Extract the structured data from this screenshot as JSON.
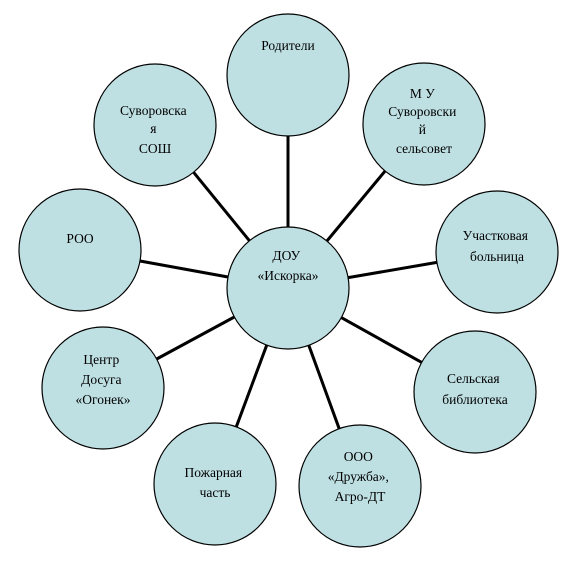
{
  "center": {
    "id": "dou",
    "lines": [
      "ДОУ",
      "«Искорка»"
    ]
  },
  "nodes": [
    {
      "id": "roditeli",
      "lines": [
        "Родители"
      ]
    },
    {
      "id": "mu-suvorovsky",
      "lines": [
        "М У",
        "Суворовски",
        "й",
        "сельсовет"
      ]
    },
    {
      "id": "bolnitsa",
      "lines": [
        "Участковая",
        "больница"
      ]
    },
    {
      "id": "biblioteka",
      "lines": [
        "Сельская",
        "библиотека"
      ]
    },
    {
      "id": "ooo-druzhba",
      "lines": [
        "ООО",
        "«Дружба»,",
        "Агро-ДТ"
      ]
    },
    {
      "id": "pozharnaya",
      "lines": [
        "Пожарная",
        "часть"
      ]
    },
    {
      "id": "centr-dosuga",
      "lines": [
        "Центр",
        "Досуга",
        "«Огонек»"
      ]
    },
    {
      "id": "roo",
      "lines": [
        "РОО"
      ]
    },
    {
      "id": "sosh",
      "lines": [
        "Суворовска",
        "я",
        "СОШ"
      ]
    }
  ],
  "colors": {
    "circle_fill": "#bfe0e3",
    "stroke": "#000000"
  }
}
